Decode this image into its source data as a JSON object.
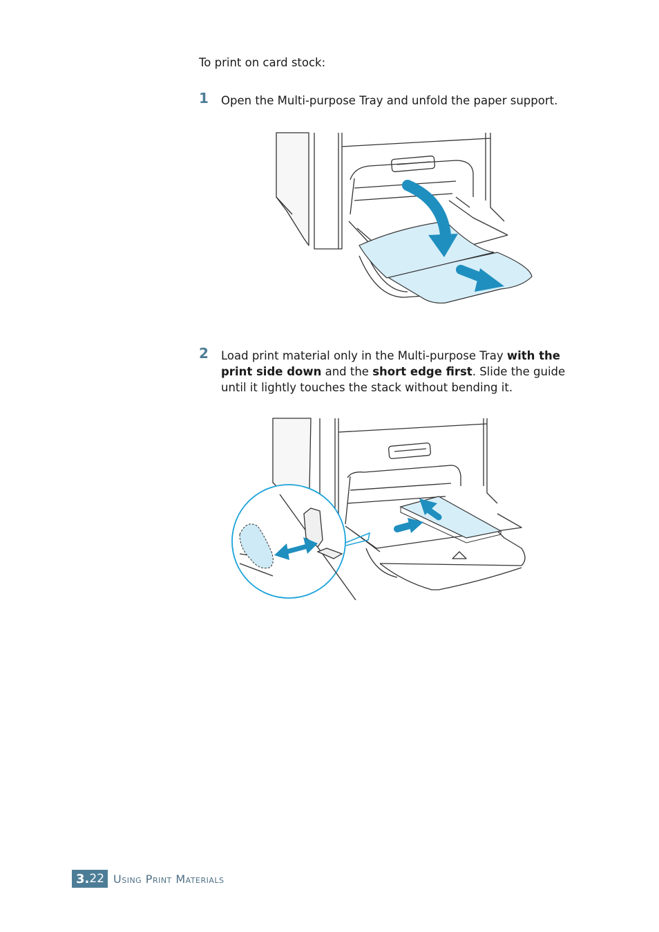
{
  "intro": "To print on card stock:",
  "steps": [
    {
      "number": "1",
      "text": "Open the Multi-purpose Tray and unfold the paper support."
    },
    {
      "number": "2",
      "t1": "Load print material only in the Multi-purpose Tray ",
      "b1": "with the print side down",
      "t2": " and the ",
      "b2": "short edge first",
      "t3": ". Slide the guide until it lightly touches the stack without bending it."
    }
  ],
  "footer": {
    "chapter": "3.",
    "page": "22",
    "title": "Using Print Materials"
  },
  "colors": {
    "accent": "#4d7d96",
    "arrow": "#1f8fbf",
    "tray_fill": "#d6eef8"
  }
}
